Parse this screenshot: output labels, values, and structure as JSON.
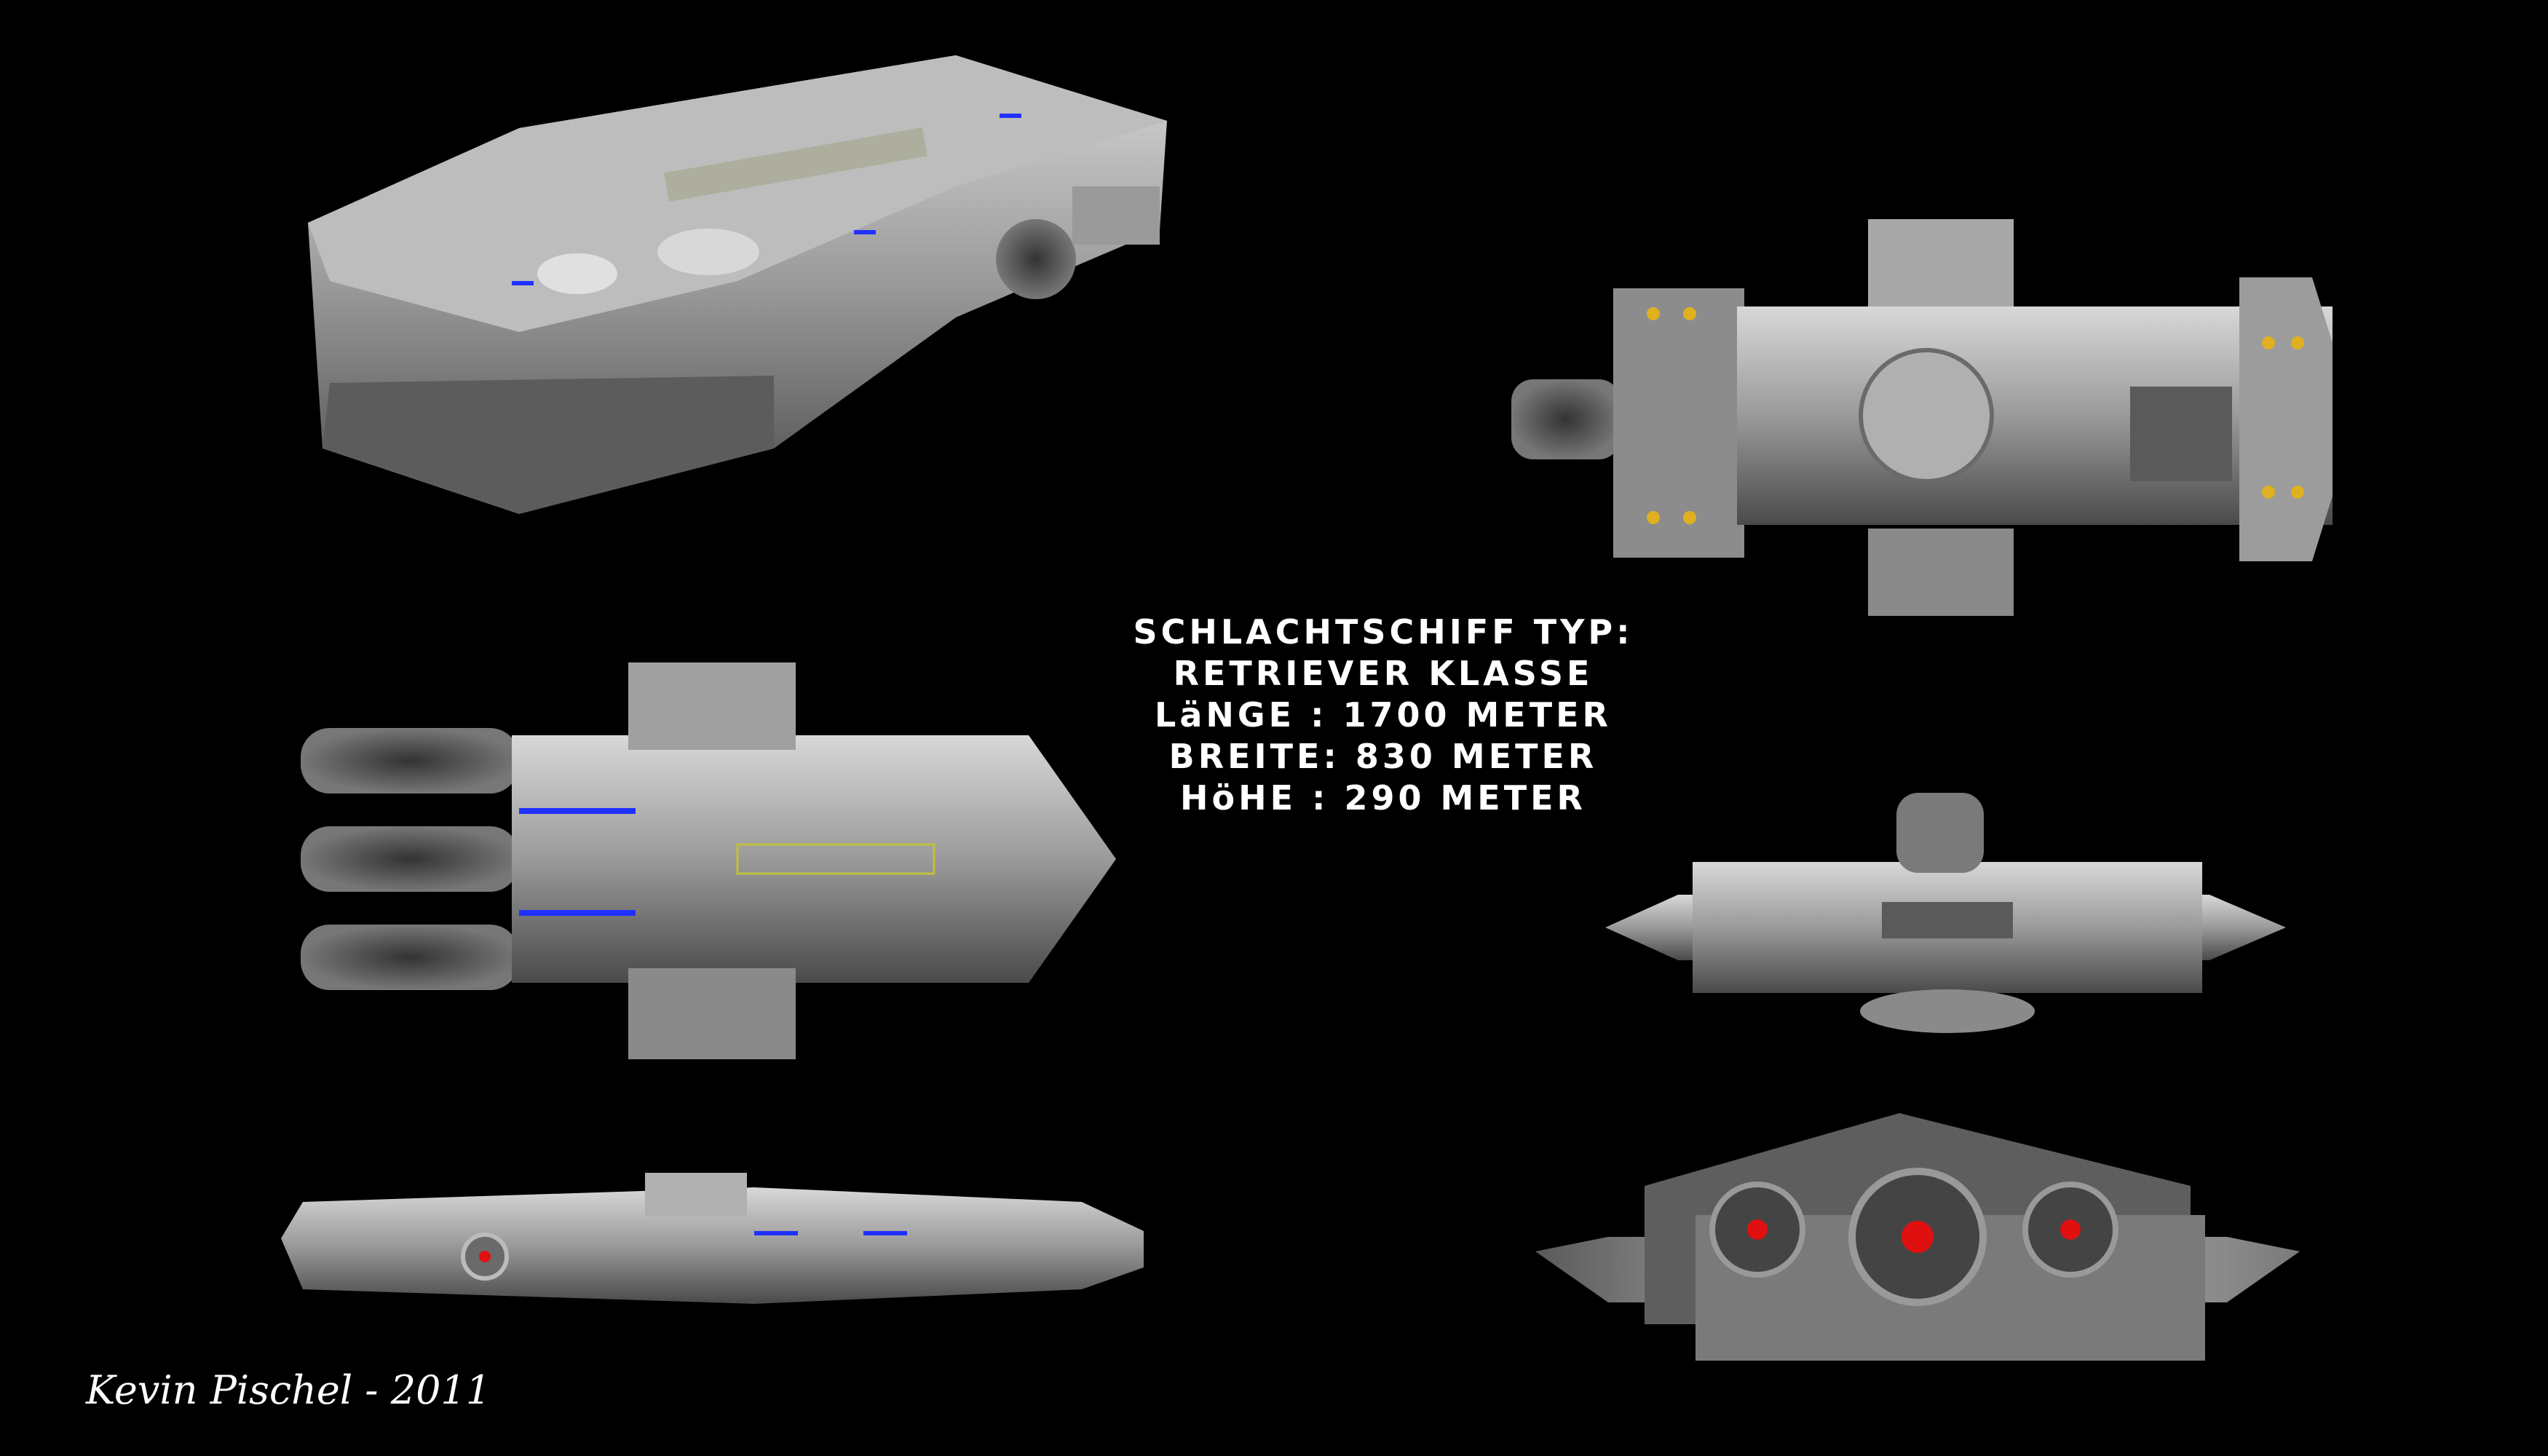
{
  "specs": {
    "line1": "SCHLACHTSCHIFF TYP:",
    "line2": "RETRIEVER KLASSE",
    "line3": "LäNGE : 1700 METER",
    "line4": "BREITE: 830 METER",
    "line5": "HöHE : 290 METER"
  },
  "signature": "Kevin Pischel - 2011",
  "colors": {
    "background": "#000000",
    "hull": "#8a8a8a",
    "light": "#d0d0d0",
    "engine_glow": "#e01010",
    "lights": "#2030ff"
  }
}
